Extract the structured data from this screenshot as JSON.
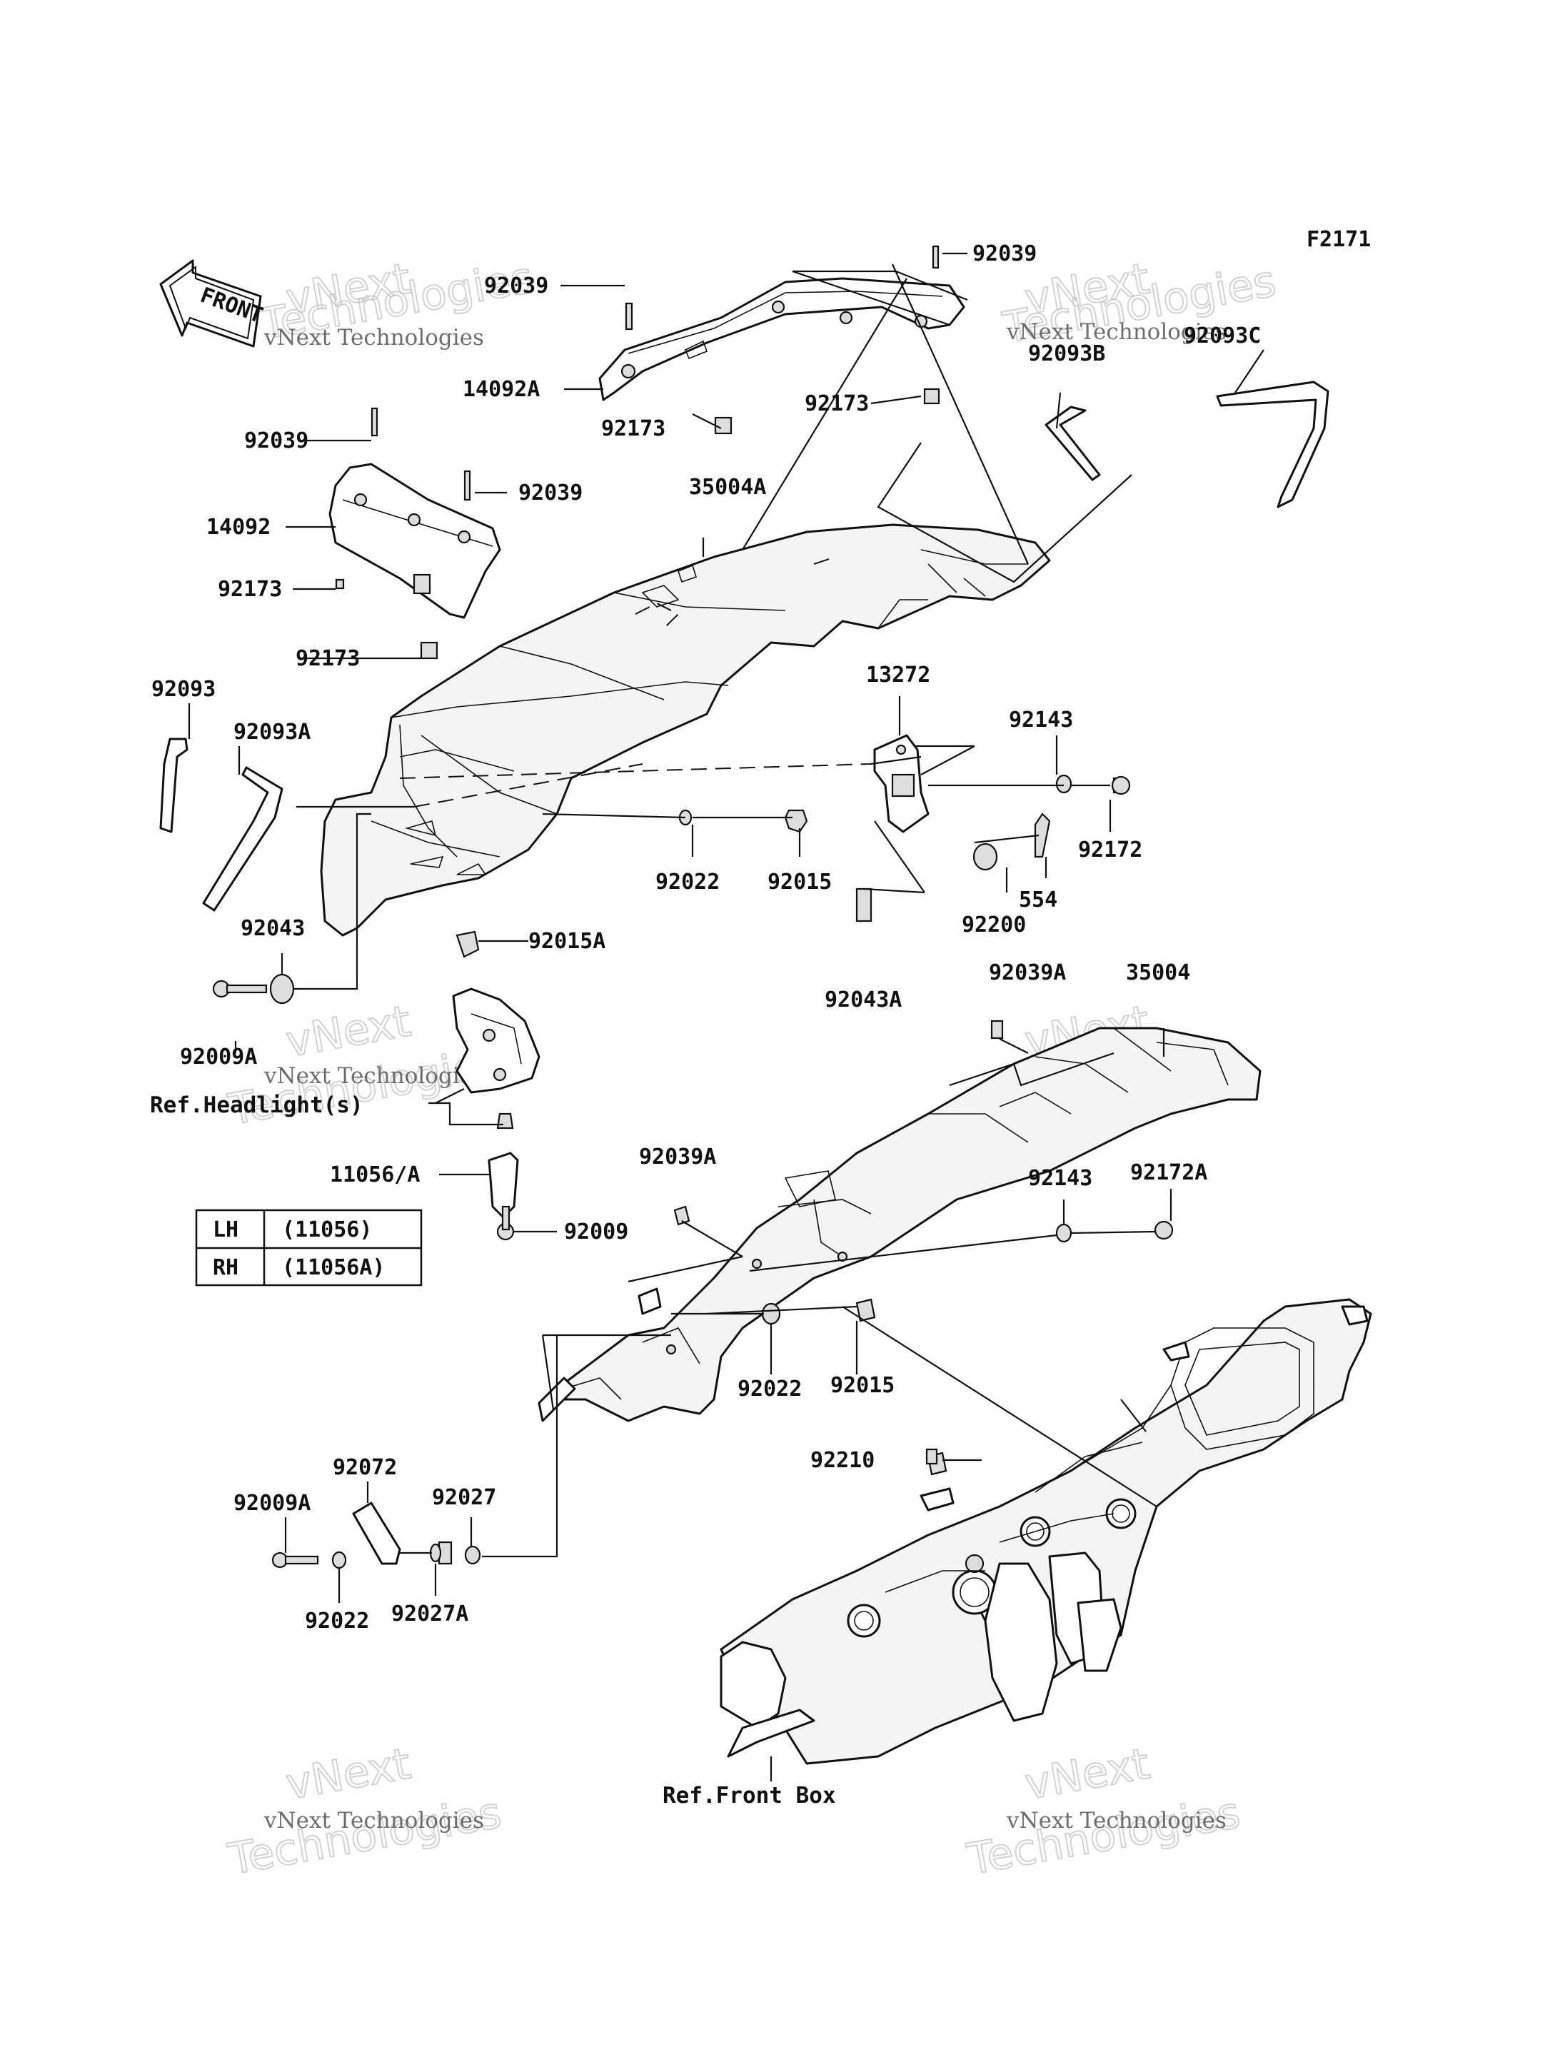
{
  "figure_code": "F2171",
  "front_label": "FRONT",
  "watermark": {
    "line1": "vNext Technologies",
    "line2": "Technologies",
    "line3": "vNext"
  },
  "references": {
    "headlight": "Ref.Headlight(s)",
    "front_box": "Ref.Front Box"
  },
  "parts": {
    "p92039_a": "92039",
    "p92039_b": "92039",
    "p92039_c": "92039",
    "p92039_d": "92039",
    "p14092A": "14092A",
    "p92173_a": "92173",
    "p92173_b": "92173",
    "p92173_c": "92173",
    "p92173_d": "92173",
    "p14092": "14092",
    "p35004A": "35004A",
    "p92093B": "92093B",
    "p92093C": "92093C",
    "p92093": "92093",
    "p92093A": "92093A",
    "p13272": "13272",
    "p92143_a": "92143",
    "p92172": "92172",
    "p92022_a": "92022",
    "p92015_a": "92015",
    "p554": "554",
    "p92200": "92200",
    "p92043": "92043",
    "p92015A": "92015A",
    "p92043A": "92043A",
    "p92039A_a": "92039A",
    "p35004": "35004",
    "p92009A_a": "92009A",
    "p11056A": "11056/A",
    "p92009": "92009",
    "p92039A_b": "92039A",
    "p92143_b": "92143",
    "p92172A": "92172A",
    "p92022_b": "92022",
    "p92015_b": "92015",
    "p92210": "92210",
    "p92072": "92072",
    "p92009A_b": "92009A",
    "p92027": "92027",
    "p92022_c": "92022",
    "p92027A": "92027A"
  },
  "side_table": {
    "rows": [
      {
        "side": "LH",
        "part": "(11056)"
      },
      {
        "side": "RH",
        "part": "(11056A)"
      }
    ]
  }
}
